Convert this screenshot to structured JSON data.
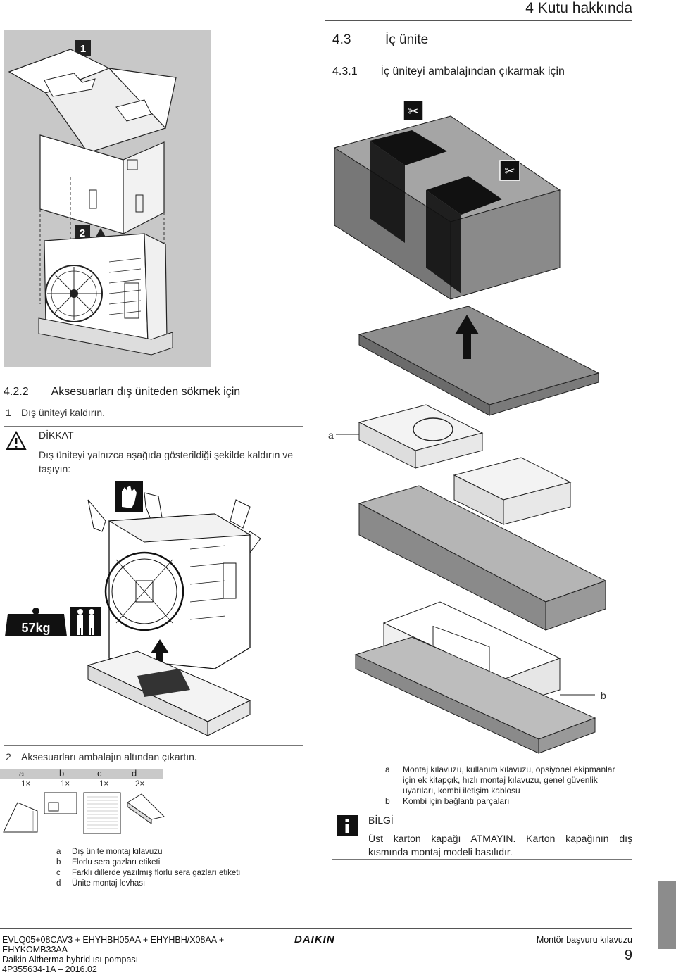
{
  "header": {
    "chapter": "4 Kutu hakkında"
  },
  "section_4_3": {
    "num": "4.3",
    "title": "İç ünite"
  },
  "section_4_3_1": {
    "num": "4.3.1",
    "title": "İç üniteyi ambalajından çıkarmak için"
  },
  "section_4_2_2": {
    "num": "4.2.2",
    "title": "Aksesuarları dış üniteden sökmek için"
  },
  "fig1": {
    "step1": "1",
    "step2": "2"
  },
  "step1": {
    "num": "1",
    "text": "Dış üniteyi kaldırın."
  },
  "caution": {
    "title": "DİKKAT",
    "text1": "Dış üniteyi yalnızca aşağıda gösterildiği şekilde kaldırın ve",
    "text2": "taşıyın:"
  },
  "weight_label": "57kg",
  "step2": {
    "num": "2",
    "text": "Aksesuarları ambalajın altından çıkartın."
  },
  "accessories": {
    "cols": [
      {
        "letter": "a",
        "qty": "1×"
      },
      {
        "letter": "b",
        "qty": "1×"
      },
      {
        "letter": "c",
        "qty": "1×"
      },
      {
        "letter": "d",
        "qty": "2×"
      }
    ],
    "legend": [
      {
        "k": "a",
        "v": "Dış ünite montaj kılavuzu"
      },
      {
        "k": "b",
        "v": "Florlu sera gazları etiketi"
      },
      {
        "k": "c",
        "v": "Farklı dillerde yazılmış florlu sera gazları etiketi"
      },
      {
        "k": "d",
        "v": "Ünite montaj levhası"
      }
    ]
  },
  "indoor_labels": {
    "a": "a",
    "b": "b"
  },
  "indoor_legend": [
    {
      "k": "a",
      "v1": "Montaj kılavuzu, kullanım kılavuzu, opsiyonel ekipmanlar",
      "v2": "için ek kitapçık, hızlı montaj kılavuzu, genel güvenlik",
      "v3": "uyarıları, kombi iletişim kablosu"
    },
    {
      "k": "b",
      "v1": "Kombi için bağlantı parçaları",
      "v2": "",
      "v3": ""
    }
  ],
  "info": {
    "title": "BİLGİ",
    "line1": "Üst karton kapağı ATMAYIN. Karton kapağının dış",
    "line2": "kısmında montaj modeli basılıdır."
  },
  "footer": {
    "model1": "EVLQ05+08CAV3 + EHYHBH05AA + EHYHBH/X08AA +",
    "model2": "EHYKOMB33AA",
    "product": "Daikin Altherma hybrid ısı pompası",
    "docnum": "4P355634-1A – 2016.02",
    "brand": "DAIKIN",
    "guide": "Montör başvuru kılavuzu",
    "page": "9"
  }
}
